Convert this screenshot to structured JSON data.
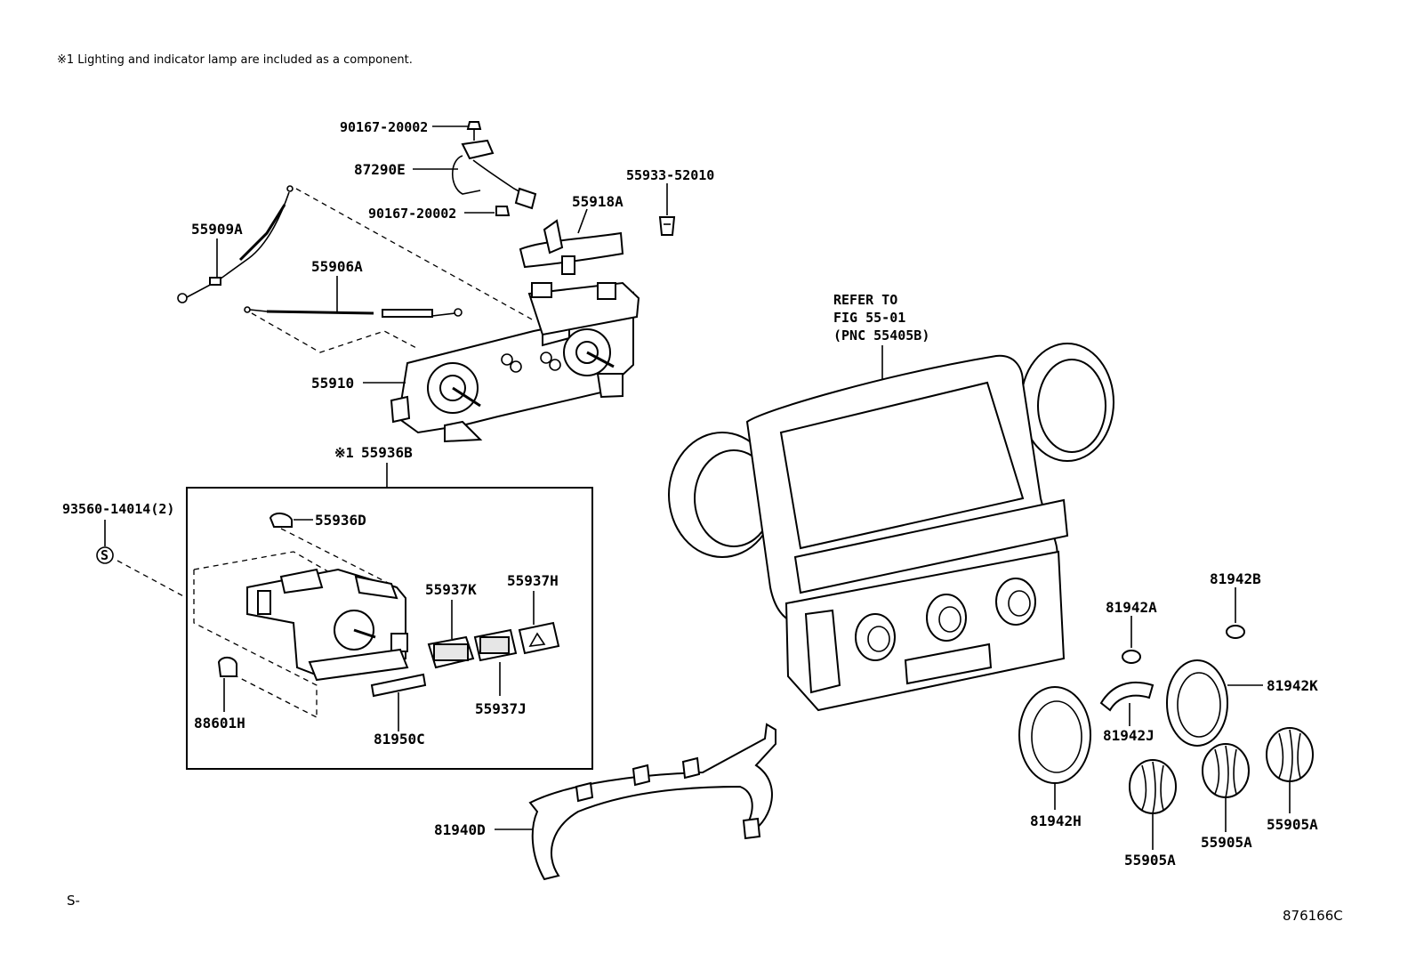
{
  "note": "※1 Lighting and indicator lamp are included as a component.",
  "footer_left": "S-",
  "figure_number": "876166C",
  "refer": {
    "line1": "REFER TO",
    "line2": "FIG 55-01",
    "line3": "(PNC 55405B)"
  },
  "box_marker": "※1",
  "s_symbol": "S",
  "labels": {
    "p90167a": "90167-20002",
    "p87290E": "87290E",
    "p90167b": "90167-20002",
    "p55918A": "55918A",
    "p55933": "55933-52010",
    "p55909A": "55909A",
    "p55906A": "55906A",
    "p55910": "55910",
    "p55936B": "55936B",
    "p93560": "93560-14014(2)",
    "p55936D": "55936D",
    "p55937K": "55937K",
    "p55937H": "55937H",
    "p55937J": "55937J",
    "p88601H": "88601H",
    "p81950C": "81950C",
    "p81940D": "81940D",
    "p81942A": "81942A",
    "p81942B": "81942B",
    "p81942K": "81942K",
    "p81942J": "81942J",
    "p81942H": "81942H",
    "p55905A_1": "55905A",
    "p55905A_2": "55905A",
    "p55905A_3": "55905A"
  }
}
